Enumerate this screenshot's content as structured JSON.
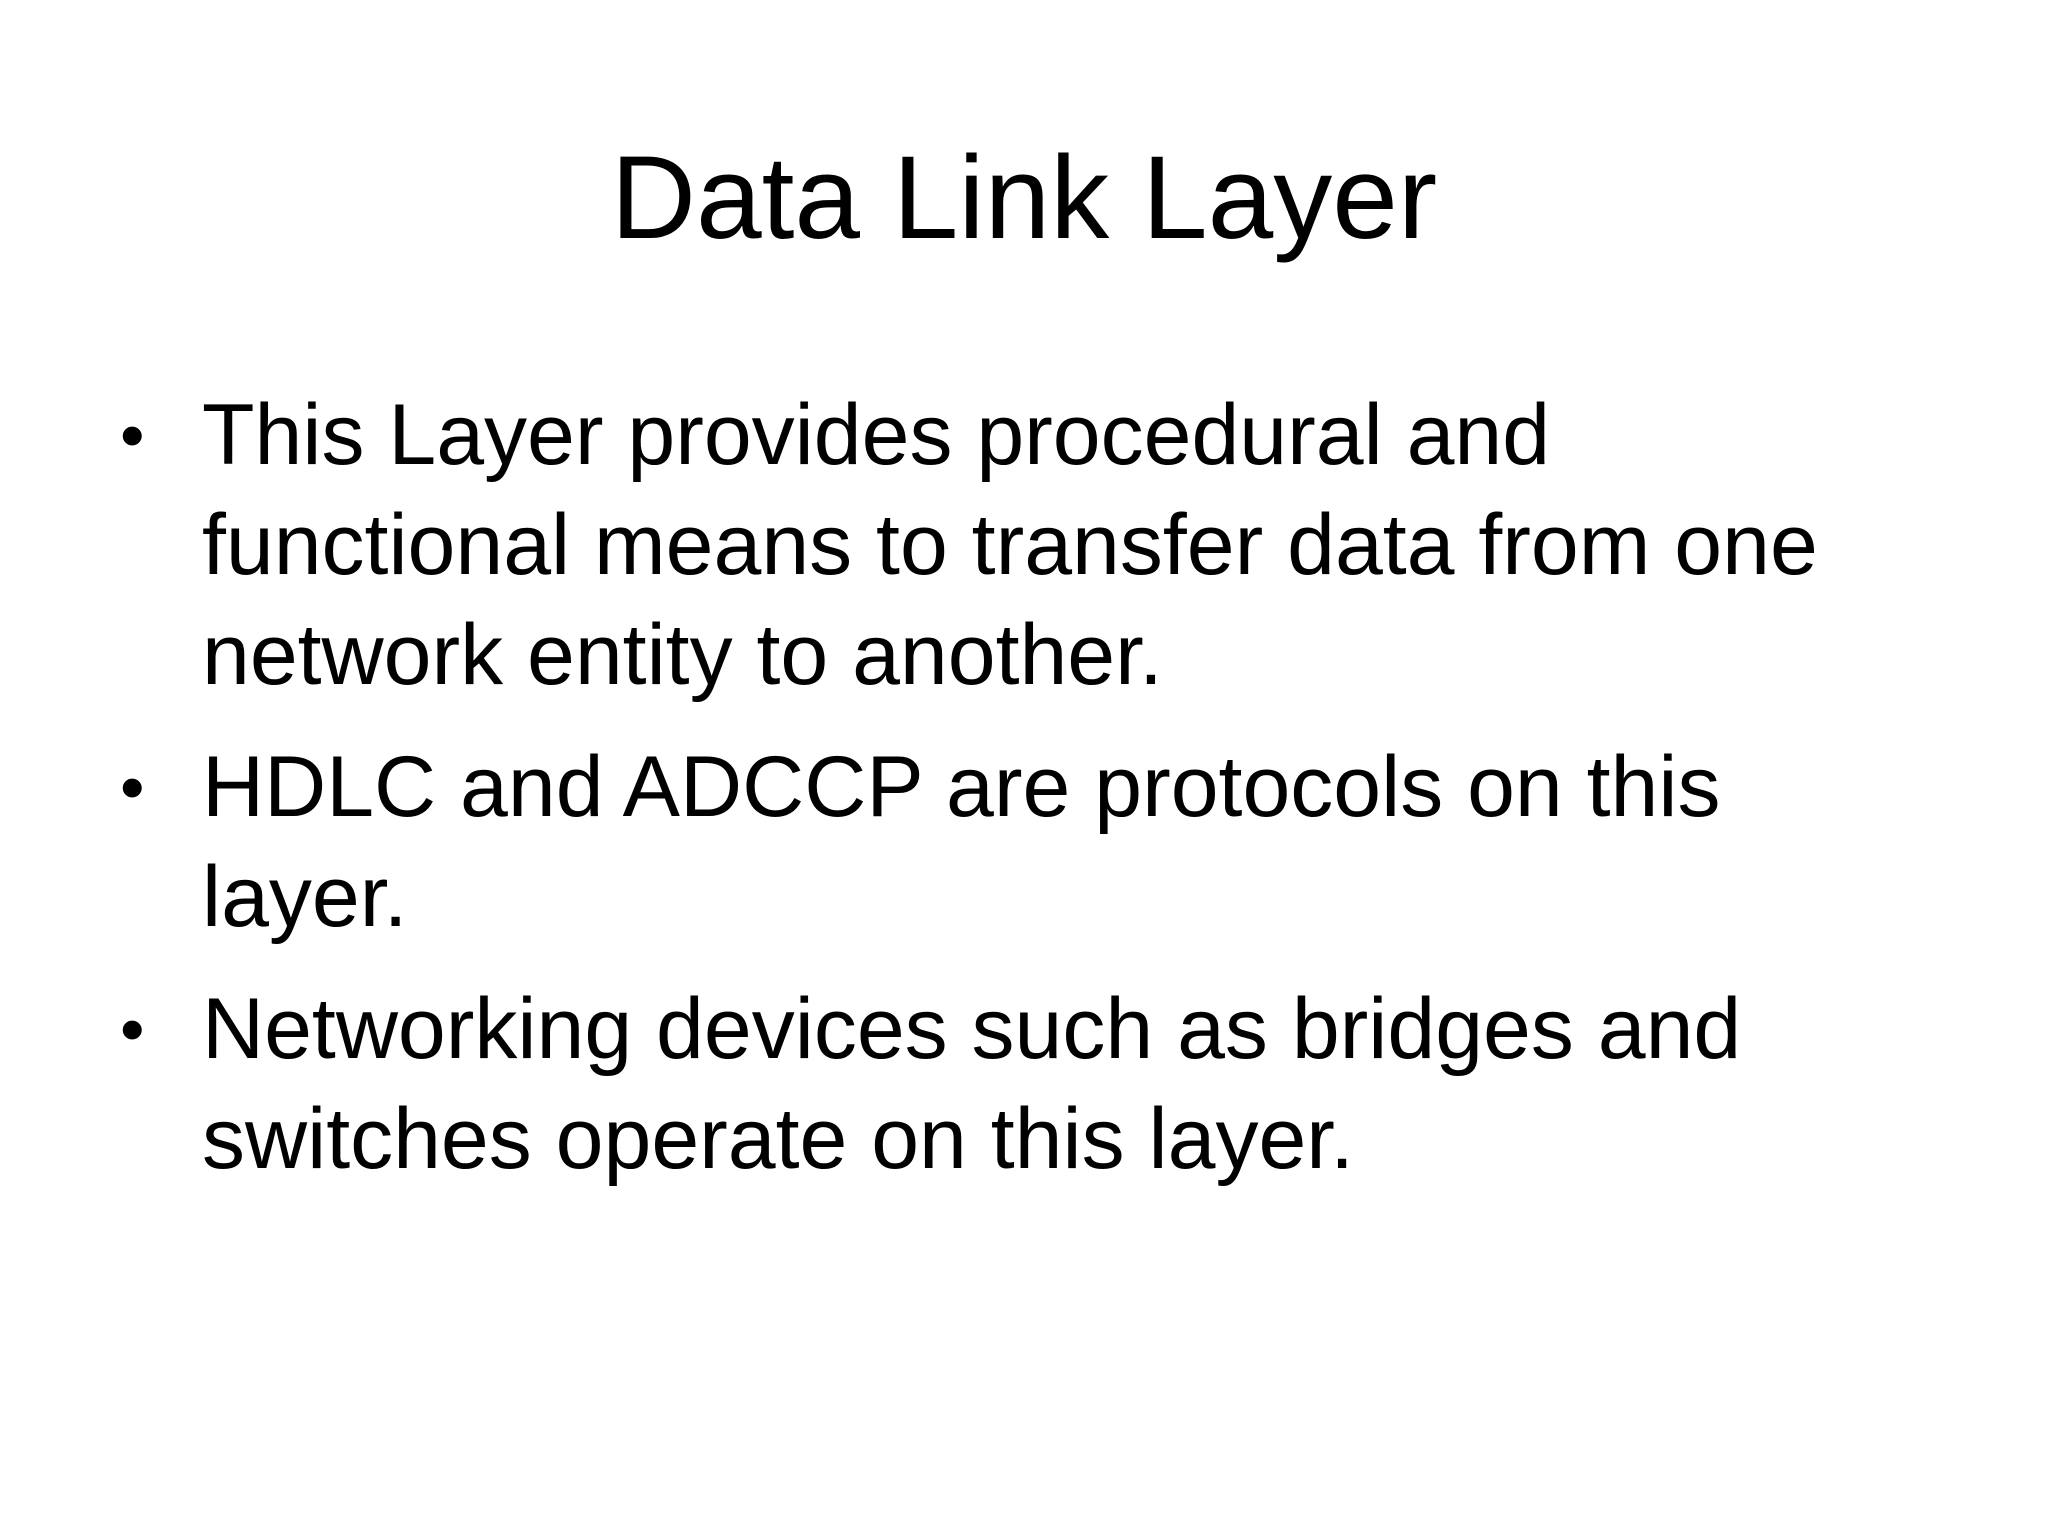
{
  "slide": {
    "title": "Data Link Layer",
    "bullet_marker": "•",
    "bullets": [
      {
        "lines": [
          "This Layer provides procedural and",
          "functional means to transfer data from one",
          "network entity to another."
        ]
      },
      {
        "lines": [
          "HDLC and ADCCP are protocols on this",
          "layer."
        ]
      },
      {
        "lines": [
          "Networking devices such as bridges and",
          "switches operate on this layer."
        ]
      }
    ]
  }
}
